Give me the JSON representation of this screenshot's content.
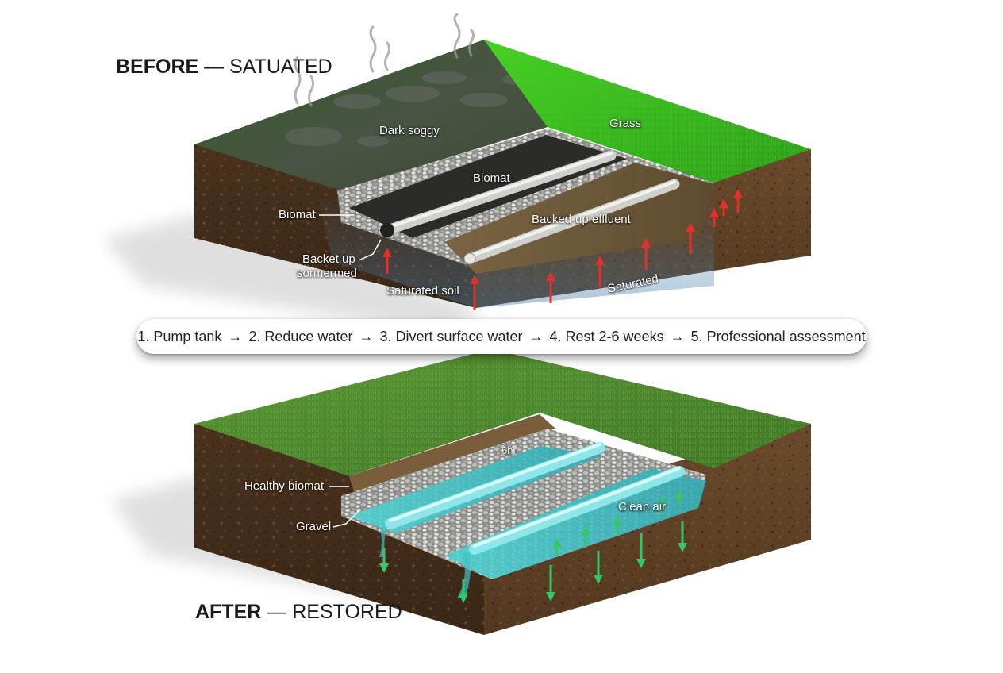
{
  "before": {
    "title_bold": "BEFORE",
    "title_dash": "—",
    "title_rest": "SATUATED",
    "labels": {
      "dark_soggy": "Dark soggy",
      "grass": "Grass",
      "biomat_top": "Biomat",
      "biomat_left": "Biomat",
      "backed_up_effluent": "Backed-up effluent",
      "backet_up_line1": "Backet up",
      "backet_up_line2": "sormermed",
      "saturated_soil": "Saturated soil",
      "saturated": "Saturated"
    }
  },
  "steps": {
    "items": [
      "1. Pump tank",
      "2. Reduce water",
      "3. Divert surface water",
      "4. Rest 2-6 weeks",
      "5. Professional assessment"
    ],
    "arrow": "→"
  },
  "after": {
    "title_bold": "AFTER",
    "title_dash": "—",
    "title_rest": "RESTORED",
    "labels": {
      "healthy_biomat": "Healthy biomat",
      "gravel": "Gravel",
      "thin": "6hr",
      "clean_air": "Clean air"
    }
  },
  "colors": {
    "grass_healthy": "#4f8a2c",
    "grass_bright": "#3ec81f",
    "grass_soggy": "#3c4a34",
    "soil": "#5a3e26",
    "biomat_dark": "#2b2b28",
    "effluent": "#6e5a3a",
    "clean_water": "#3fc1c4",
    "arrow_red": "#e0312a",
    "arrow_green": "#37c46a"
  }
}
